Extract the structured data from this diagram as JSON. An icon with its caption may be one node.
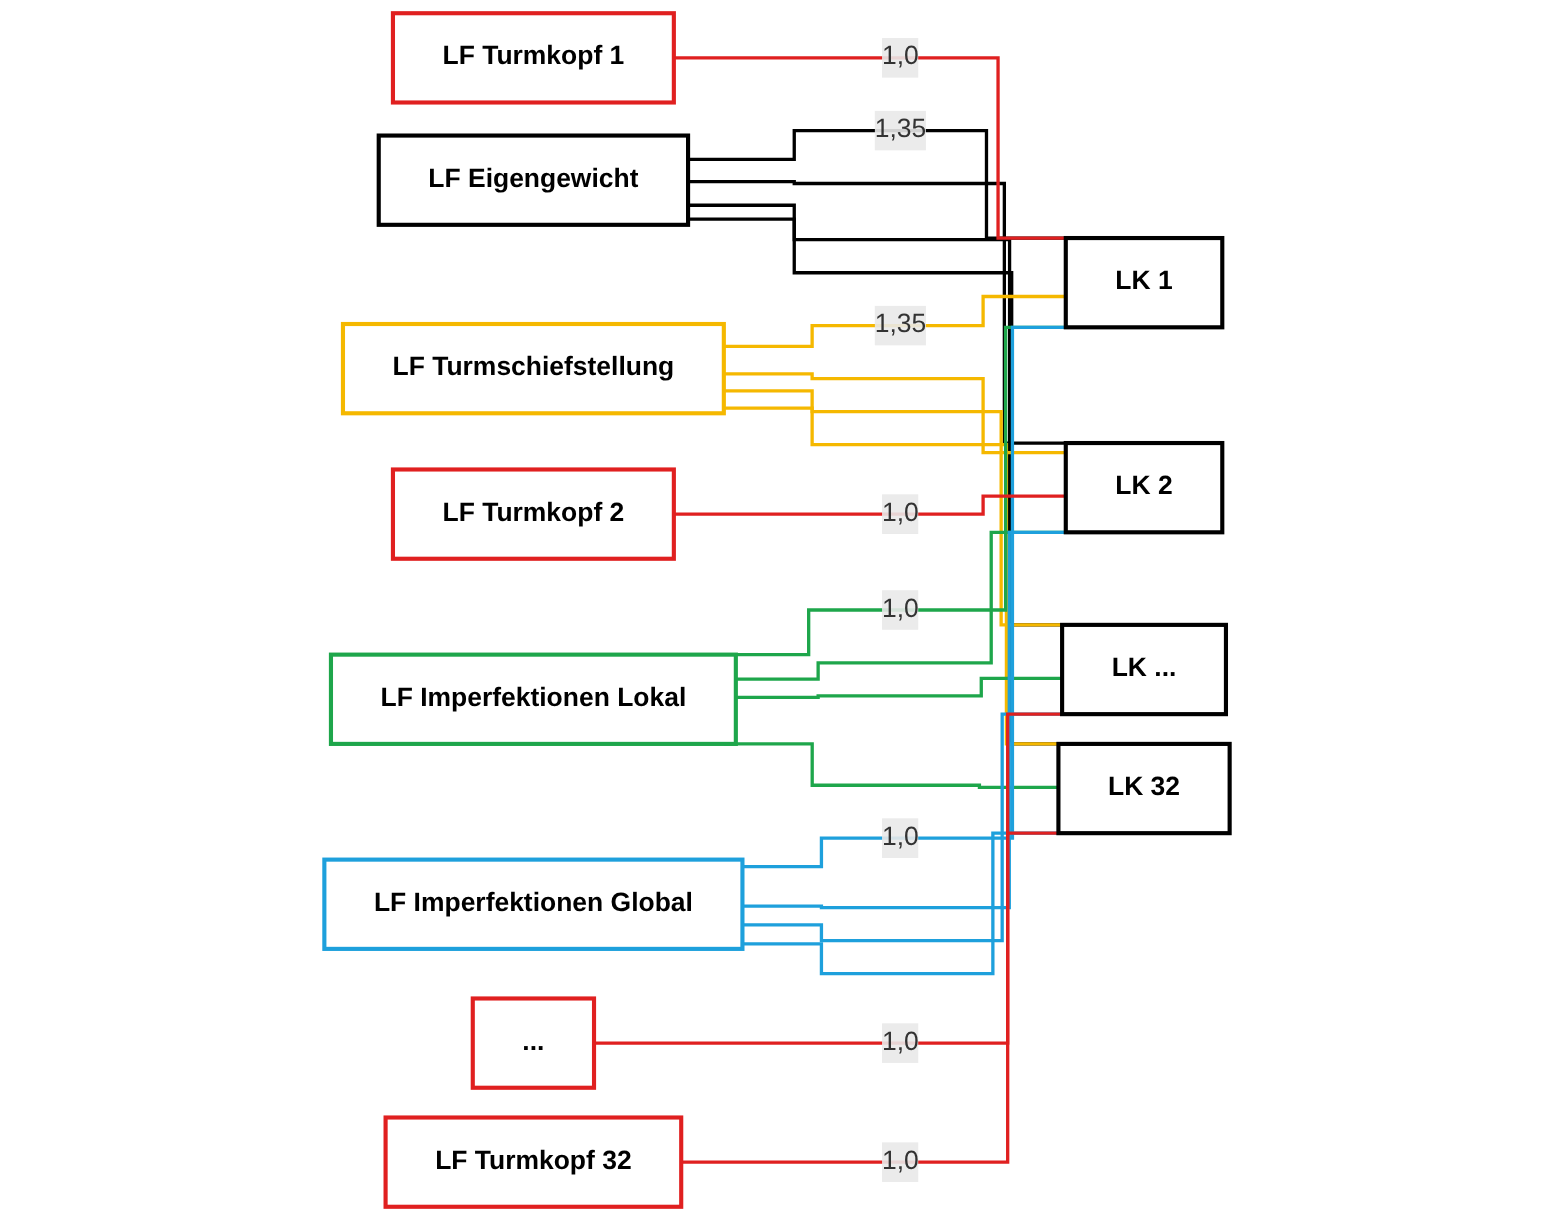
{
  "diagram": {
    "nodes": [
      {
        "text": [
          "LF Eigengewicht"
        ]
      },
      {
        "text": [
          "LF Turmschiefstellung"
        ]
      },
      {
        "text": [
          "LF Imperfektionen Lokal"
        ]
      },
      {
        "text": [
          "LF Imperfektionen Global"
        ]
      },
      {
        "text": [
          "LF Turmkopf 1"
        ]
      },
      {
        "text": [
          "LF Turmkopf 2"
        ]
      },
      {
        "text": [
          "..."
        ]
      },
      {
        "text": [
          "LF Turmkopf 32"
        ]
      },
      {
        "text": [
          "LK 1"
        ]
      },
      {
        "text": [
          "LK 2"
        ]
      },
      {
        "text": [
          "LK ..."
        ]
      },
      {
        "text": [
          "LK 32"
        ]
      }
    ],
    "edges": [
      {
        "from": 0,
        "to": 8,
        "arrow": "none",
        "label": "1,35",
        "color": "#000000"
      },
      {
        "from": 0,
        "to": 9,
        "arrow": "none",
        "color": "#000000"
      },
      {
        "from": 0,
        "to": 10,
        "arrow": "none",
        "color": "#000000"
      },
      {
        "from": 0,
        "to": 11,
        "arrow": "none",
        "color": "#000000"
      },
      {
        "from": 1,
        "to": 8,
        "arrow": "none",
        "label": "1,35",
        "color": "#f5b800"
      },
      {
        "from": 1,
        "to": 9,
        "arrow": "none",
        "color": "#f5b800"
      },
      {
        "from": 1,
        "to": 10,
        "arrow": "none",
        "color": "#f5b800"
      },
      {
        "from": 1,
        "to": 11,
        "arrow": "none",
        "color": "#f5b800"
      },
      {
        "from": 2,
        "to": 8,
        "arrow": "none",
        "label": "1,0",
        "color": "#1ea64b"
      },
      {
        "from": 2,
        "to": 9,
        "arrow": "none",
        "color": "#1ea64b"
      },
      {
        "from": 2,
        "to": 10,
        "arrow": "none",
        "color": "#1ea64b"
      },
      {
        "from": 2,
        "to": 11,
        "arrow": "none",
        "color": "#1ea64b"
      },
      {
        "from": 3,
        "to": 8,
        "arrow": "none",
        "label": "1,0",
        "color": "#1ea0dc"
      },
      {
        "from": 3,
        "to": 9,
        "arrow": "none",
        "color": "#1ea0dc"
      },
      {
        "from": 3,
        "to": 10,
        "arrow": "none",
        "color": "#1ea0dc"
      },
      {
        "from": 3,
        "to": 11,
        "arrow": "none",
        "color": "#1ea0dc"
      },
      {
        "from": 4,
        "to": 8,
        "arrow": "none",
        "label": "1,0",
        "color": "#e02020"
      },
      {
        "from": 5,
        "to": 9,
        "arrow": "none",
        "label": "1,0",
        "color": "#e02020"
      },
      {
        "from": 6,
        "to": 10,
        "arrow": "none",
        "label": "1,0",
        "color": "#e02020"
      },
      {
        "from": 7,
        "to": 11,
        "arrow": "none",
        "label": "1,0",
        "color": "#e02020"
      }
    ]
  }
}
